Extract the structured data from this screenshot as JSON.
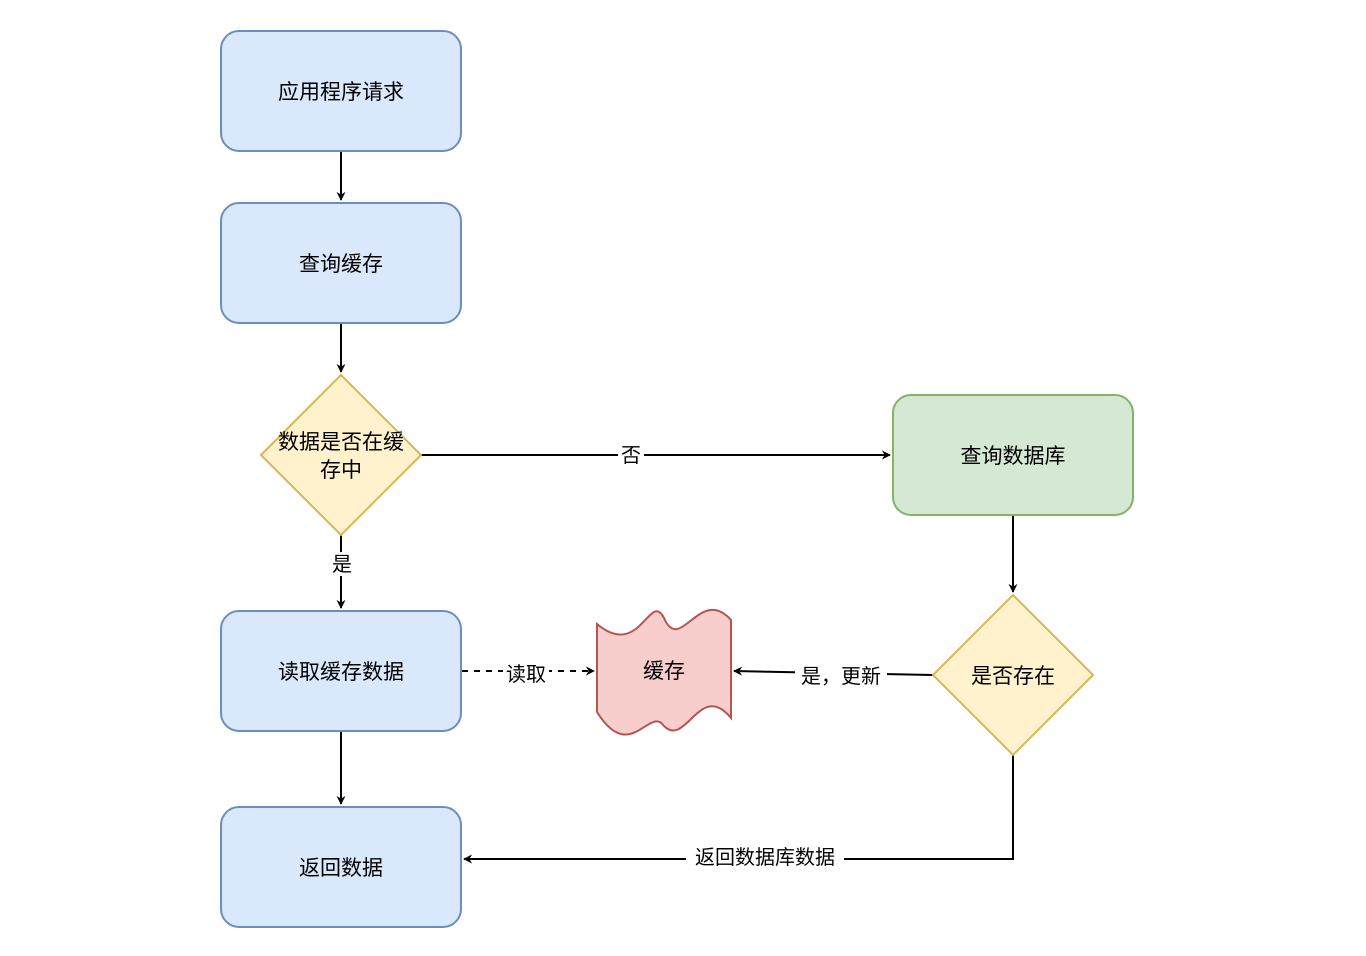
{
  "colors": {
    "blue_fill": "#dae8fc",
    "blue_stroke": "#6c8ebf",
    "green_fill": "#d5e8d4",
    "green_stroke": "#82b366",
    "yellow_fill": "#fff2cc",
    "yellow_stroke": "#d6b656",
    "red_fill": "#f8cecc",
    "red_stroke": "#b85450",
    "edge": "#000000"
  },
  "nodes": {
    "app_request": "应用程序请求",
    "query_cache": "查询缓存",
    "in_cache_line1": "数据是否在缓",
    "in_cache_line2": "存中",
    "read_cache": "读取缓存数据",
    "return_data": "返回数据",
    "query_db": "查询数据库",
    "exists": "是否存在",
    "cache_store": "缓存"
  },
  "edges": {
    "no": "否",
    "yes": "是",
    "read": "读取",
    "yes_update": "是，更新",
    "return_db_data": "返回数据库数据"
  }
}
